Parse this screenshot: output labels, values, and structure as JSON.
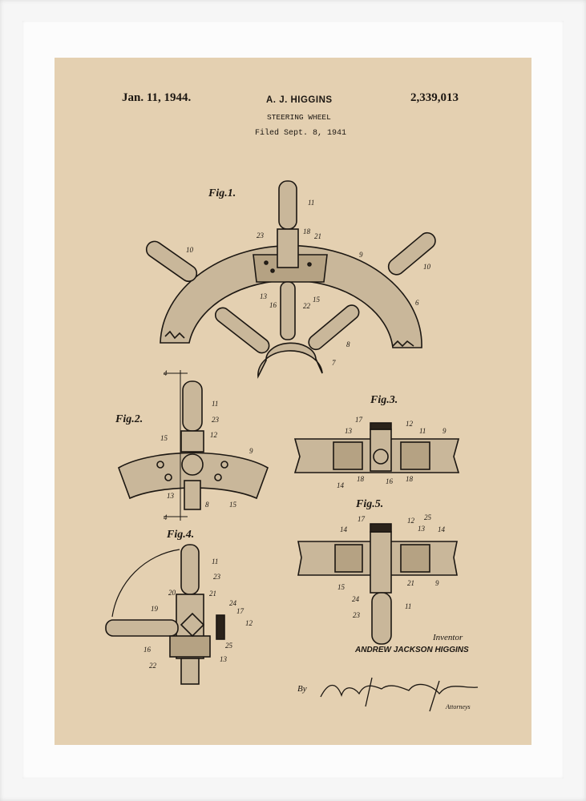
{
  "header": {
    "date": "Jan. 11, 1944.",
    "inventor": "A. J. HIGGINS",
    "patent_number": "2,339,013",
    "title": "STEERING WHEEL",
    "filed": "Filed Sept. 8, 1941"
  },
  "figures": [
    {
      "label": "Fig.1.",
      "numerals": [
        "11",
        "10",
        "23",
        "18",
        "21",
        "9",
        "10",
        "6",
        "13",
        "16",
        "15",
        "22",
        "8",
        "7"
      ]
    },
    {
      "label": "Fig.2.",
      "numerals": [
        "4",
        "11",
        "23",
        "12",
        "15",
        "9",
        "13",
        "8",
        "15",
        "4"
      ]
    },
    {
      "label": "Fig.3.",
      "numerals": [
        "17",
        "12",
        "13",
        "11",
        "9",
        "14",
        "18",
        "16",
        "18"
      ]
    },
    {
      "label": "Fig.4.",
      "numerals": [
        "11",
        "23",
        "20",
        "21",
        "24",
        "17",
        "19",
        "12",
        "25",
        "16",
        "13",
        "22"
      ]
    },
    {
      "label": "Fig.5.",
      "numerals": [
        "17",
        "12",
        "25",
        "14",
        "13",
        "14",
        "15",
        "21",
        "9",
        "24",
        "23",
        "11"
      ]
    }
  ],
  "footer": {
    "inventor_label": "Inventor",
    "inventor_name": "ANDREW JACKSON HIGGINS",
    "by": "By",
    "signature": "Mason, Fenwick & Lawrence",
    "attorneys_label": "Attorneys"
  },
  "colors": {
    "paper": "#e4d0b1",
    "ink": "#1c1712",
    "frame": "#f6f6f6"
  }
}
